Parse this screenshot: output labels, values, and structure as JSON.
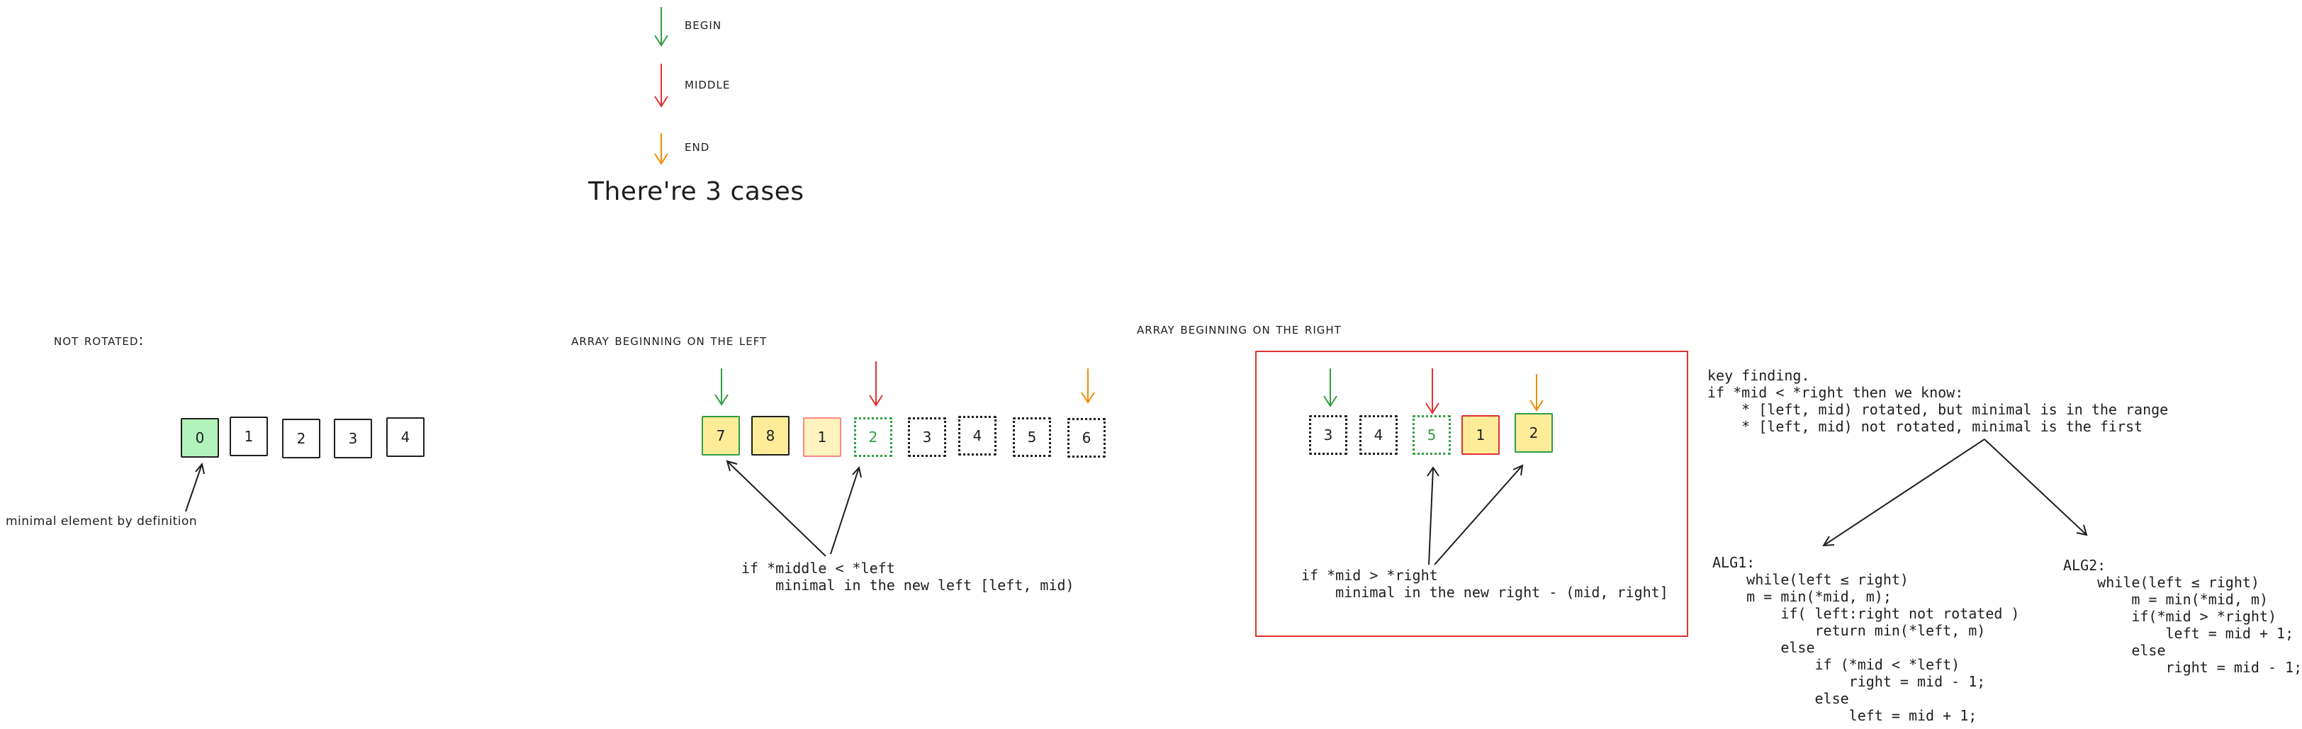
{
  "legend": {
    "begin": "Begin",
    "middle": "middle",
    "end": "end"
  },
  "title": "There're 3 cases",
  "colors": {
    "begin": "#2f9e44",
    "middle": "#e03131",
    "end": "#f08c00",
    "green_fill": "#b2f2bb",
    "yellow_fill": "#ffec99",
    "pale_yellow_fill": "#fff3bf",
    "red_frame": "#e03131"
  },
  "not_rotated": {
    "label": "Not rotated:",
    "cells": [
      "0",
      "1",
      "2",
      "3",
      "4"
    ],
    "note": "minimal element by definition"
  },
  "left_case": {
    "label": "Array Beginning on the left",
    "cells": [
      "7",
      "8",
      "1",
      "2",
      "3",
      "4",
      "5",
      "6"
    ],
    "code": "if *middle < *left\n    minimal in the new left [left, mid)"
  },
  "right_case": {
    "label": "Array Beginning on the right",
    "cells": [
      "3",
      "4",
      "5",
      "1",
      "2"
    ],
    "code": "if *mid > *right\n    minimal in the new right - (mid, right]"
  },
  "key_finding": "key finding.\nif *mid < *right then we know:\n    * [left, mid) rotated, but minimal is in the range\n    * [left, mid) not rotated, minimal is the first",
  "alg1": "ALG1:\n    while(left ≤ right)\n    m = min(*mid, m);\n        if( left:right not rotated )\n            return min(*left, m)\n        else\n            if (*mid < *left)\n                right = mid - 1;\n            else\n                left = mid + 1;",
  "alg2": "ALG2:\n    while(left ≤ right)\n        m = min(*mid, m)\n        if(*mid > *right)\n            left = mid + 1;\n        else\n            right = mid - 1;"
}
